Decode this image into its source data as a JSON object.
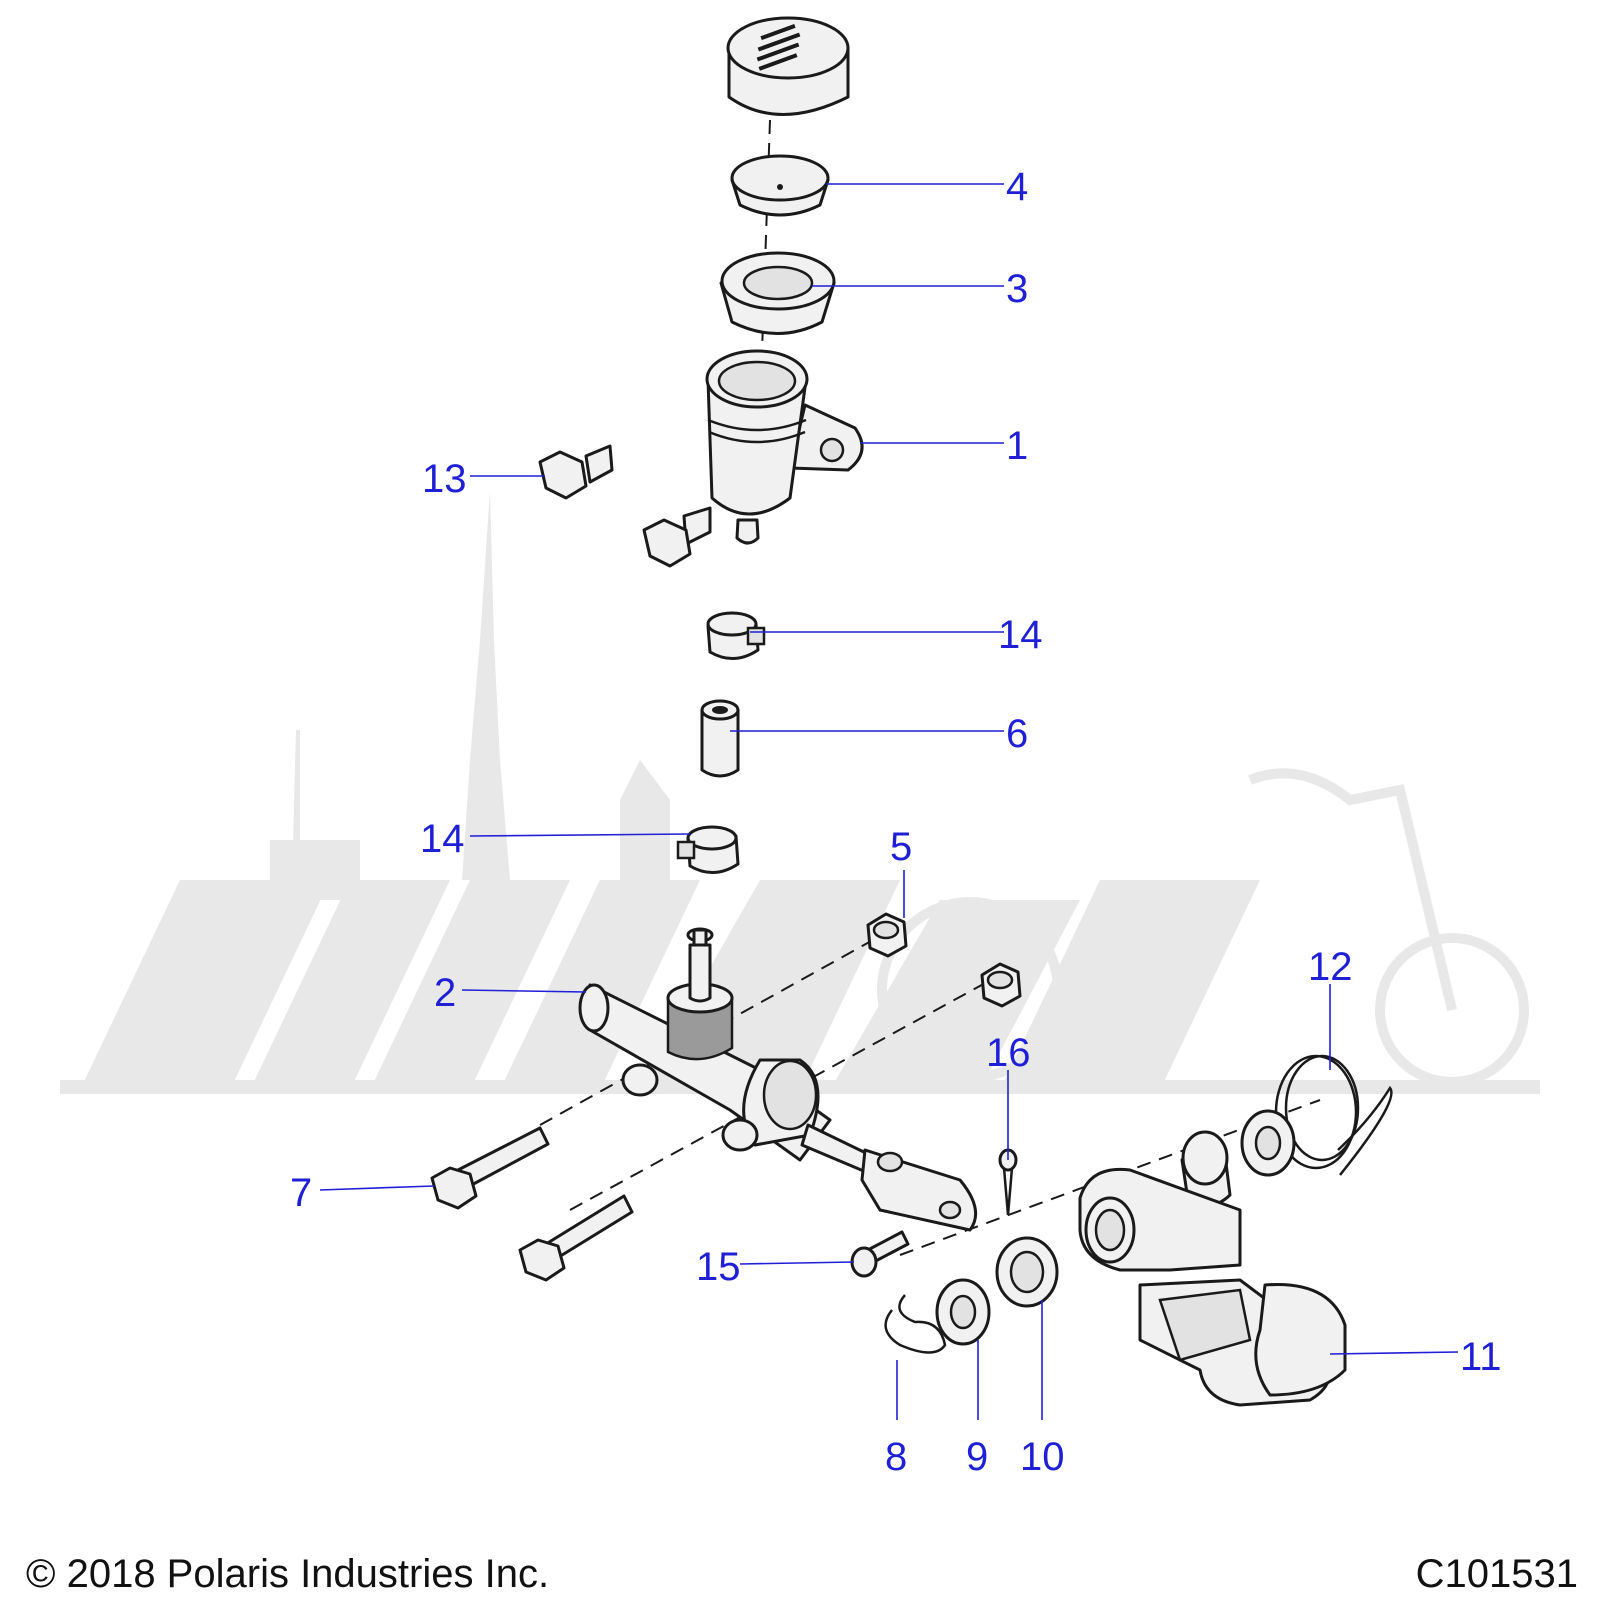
{
  "diagram": {
    "callouts": [
      {
        "id": "4",
        "label": "4"
      },
      {
        "id": "3",
        "label": "3"
      },
      {
        "id": "1",
        "label": "1"
      },
      {
        "id": "13",
        "label": "13"
      },
      {
        "id": "14a",
        "label": "14"
      },
      {
        "id": "6",
        "label": "6"
      },
      {
        "id": "14b",
        "label": "14"
      },
      {
        "id": "5",
        "label": "5"
      },
      {
        "id": "2",
        "label": "2"
      },
      {
        "id": "16",
        "label": "16"
      },
      {
        "id": "12",
        "label": "12"
      },
      {
        "id": "7",
        "label": "7"
      },
      {
        "id": "15",
        "label": "15"
      },
      {
        "id": "11",
        "label": "11"
      },
      {
        "id": "8",
        "label": "8"
      },
      {
        "id": "9",
        "label": "9"
      },
      {
        "id": "10",
        "label": "10"
      }
    ],
    "callout_color": "#1f1fd6",
    "line_color": "#1a1a1a"
  },
  "footer": {
    "copyright": "© 2018 Polaris Industries Inc.",
    "diagram_id": "C101531"
  }
}
